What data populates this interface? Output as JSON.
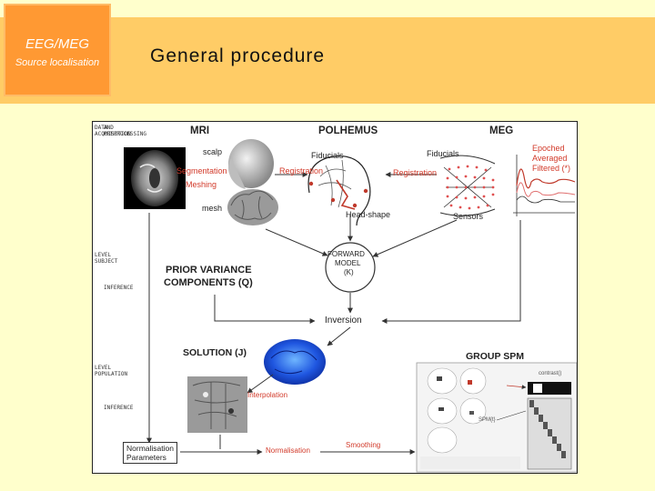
{
  "header": {
    "logo_title": "EEG/MEG",
    "logo_subtitle": "Source localisation",
    "title": "General procedure"
  },
  "colors": {
    "header_band": "#ffcc66",
    "logo_box": "#ff9933",
    "background": "#ffffcc",
    "annotation_red": "#d23a2a"
  },
  "diagram": {
    "side_labels": {
      "data_acquisition": "DATA ACQUISITION",
      "and_preprocessing": "AND PREPROCESSING",
      "subject_level": "LEVEL SUBJECT",
      "inference_1": "INFERENCE",
      "population_level": "LEVEL POPULATION",
      "inference_2": "INFERENCE"
    },
    "sections": {
      "mri": "MRI",
      "polhemus": "POLHEMUS",
      "meg": "MEG",
      "prior_line1": "PRIOR VARIANCE",
      "prior_line2": "COMPONENTS (Q)",
      "forward_line1": "FORWARD",
      "forward_line2": "MODEL",
      "forward_line3": "(K)",
      "solution": "SOLUTION (J)",
      "group_spm": "GROUP SPM"
    },
    "labels": {
      "scalp": "scalp",
      "segmentation": "Segmentation",
      "meshing": "Meshing",
      "mesh": "mesh",
      "fiducials_pol": "Fiducials",
      "registration_1": "Registration",
      "registration_2": "Registration",
      "head_shape": "Head-shape",
      "fiducials_meg": "Fiducials",
      "sensors": "Sensors",
      "epoched": "Epoched",
      "averaged": "Averaged",
      "filtered": "Filtered (*)",
      "inversion": "Inversion",
      "interpolation": "Interpolation",
      "normalisation_line1": "Normalisation",
      "normalisation_line2": "Parameters",
      "normalisation": "Normalisation",
      "smoothing": "Smoothing",
      "contrast": "contrast()",
      "spm_t": "SPM{t}"
    }
  }
}
